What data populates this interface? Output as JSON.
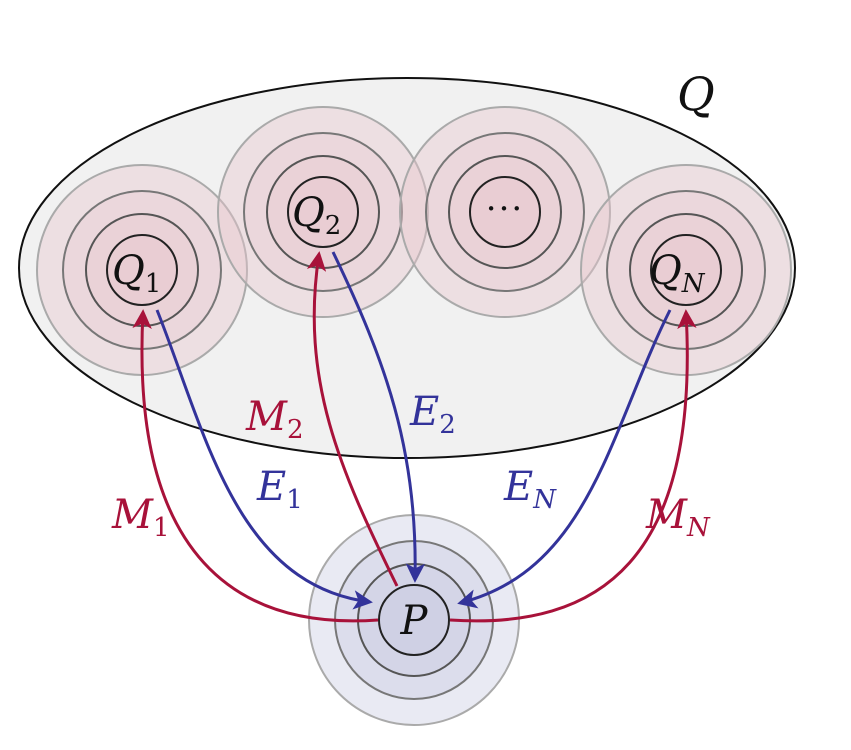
{
  "diagram": {
    "set_label": "Q",
    "nodes": [
      {
        "id": "q1",
        "base": "Q",
        "sub": "1"
      },
      {
        "id": "q2",
        "base": "Q",
        "sub": "2"
      },
      {
        "id": "qdots",
        "text": "···"
      },
      {
        "id": "qn",
        "base": "Q",
        "sub": "N"
      },
      {
        "id": "p",
        "base": "P",
        "sub": ""
      }
    ],
    "edges": [
      {
        "id": "m1",
        "base": "M",
        "sub": "1",
        "color": "#a8123a"
      },
      {
        "id": "e1",
        "base": "E",
        "sub": "1",
        "color": "#33339a"
      },
      {
        "id": "m2",
        "base": "M",
        "sub": "2",
        "color": "#a8123a"
      },
      {
        "id": "e2",
        "base": "E",
        "sub": "2",
        "color": "#33339a"
      },
      {
        "id": "en",
        "base": "E",
        "sub": "N",
        "color": "#33339a"
      },
      {
        "id": "mn",
        "base": "M",
        "sub": "N",
        "color": "#a8123a"
      }
    ],
    "colors": {
      "measurement": "#a8123a",
      "estimate": "#33339a",
      "q_fill": "#e9c6cc",
      "p_fill": "#c9cae0",
      "set_fill": "#f1f1f1"
    }
  }
}
